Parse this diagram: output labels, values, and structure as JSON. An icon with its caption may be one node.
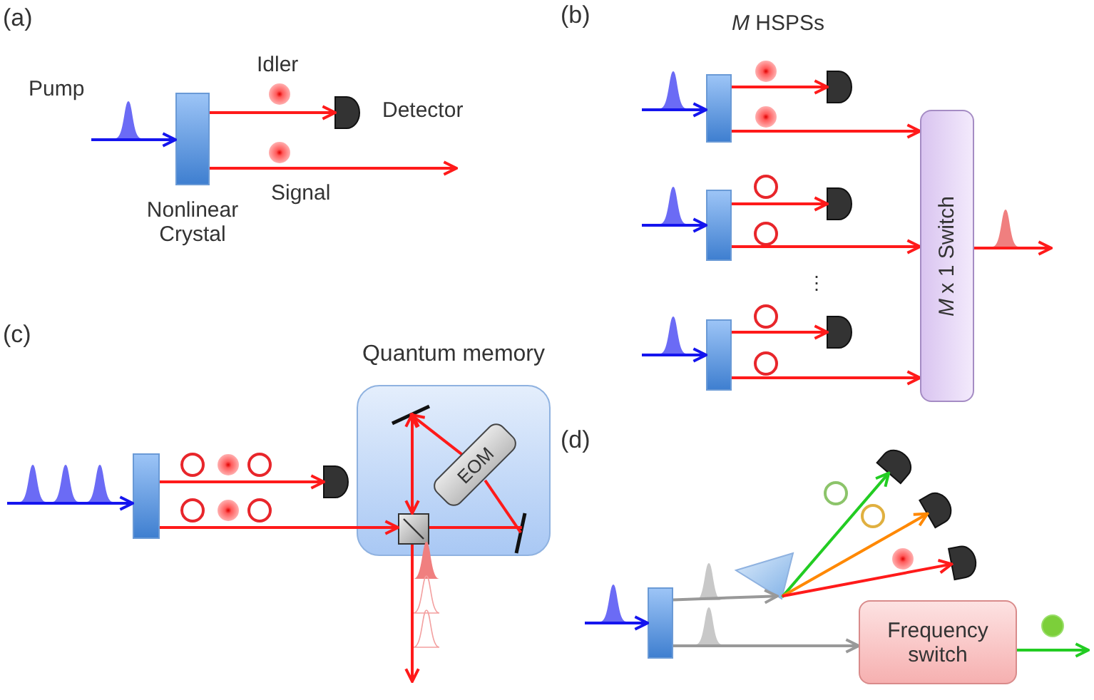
{
  "diagram": {
    "nodes": [
      {
        "text": [],
        "shape": "box"
      },
      {
        "text": [],
        "shape": "detector"
      },
      {
        "text": [],
        "shape": "box"
      },
      {
        "text": [],
        "shape": "box"
      },
      {
        "text": [],
        "shape": "box"
      },
      {
        "text": [],
        "shape": "detector"
      },
      {
        "text": [],
        "shape": "detector"
      },
      {
        "text": [],
        "shape": "detector"
      },
      {
        "text": [
          "*M* x 1 Switch"
        ]
      },
      {
        "text": [],
        "shape": "box"
      },
      {
        "text": [],
        "shape": "detector"
      },
      {
        "text": [
          "Quantum memory"
        ]
      },
      {
        "text": [],
        "shape": "box",
        "in": 11
      },
      {
        "text": [],
        "shape": "bar",
        "in": 11
      },
      {
        "text": [
          "EOM"
        ],
        "in": 11
      },
      {
        "text": [],
        "shape": "bar",
        "in": 11
      },
      {
        "text": [],
        "shape": "box"
      },
      {
        "text": [],
        "shape": "triangle"
      },
      {
        "text": [],
        "shape": "detector"
      },
      {
        "text": [],
        "shape": "detector"
      },
      {
        "text": [],
        "shape": "detector"
      },
      {
        "text": [
          "Frequency switch"
        ]
      }
    ],
    "edges": [
      {
        "from": null,
        "to": 0,
        "arrow": "to",
        "color": "#1515ee"
      },
      {
        "from": 0,
        "to": 1,
        "arrow": "to"
      },
      {
        "from": 0,
        "to": null,
        "arrow": "to"
      },
      {
        "from": null,
        "to": 2,
        "arrow": "to",
        "color": "#1515ee"
      },
      {
        "from": null,
        "to": 3,
        "arrow": "to",
        "color": "#1515ee"
      },
      {
        "from": null,
        "to": 4,
        "arrow": "to",
        "color": "#1515ee"
      },
      {
        "from": 2,
        "to": 5,
        "arrow": "to"
      },
      {
        "from": 2,
        "to": 8,
        "arrow": "to"
      },
      {
        "from": 3,
        "to": 6,
        "arrow": "to"
      },
      {
        "from": 3,
        "to": 8,
        "arrow": "to"
      },
      {
        "from": 4,
        "to": 7,
        "arrow": "to"
      },
      {
        "from": 4,
        "to": 8,
        "arrow": "to"
      },
      {
        "from": 8,
        "to": null,
        "arrow": "to"
      },
      {
        "from": null,
        "to": 9,
        "arrow": "to",
        "color": "#1515ee"
      },
      {
        "from": 9,
        "to": 10,
        "arrow": "to"
      },
      {
        "from": 9,
        "to": 12,
        "arrow": "to"
      },
      {
        "from": 12,
        "to": 13,
        "arrow": "both"
      },
      {
        "from": 15,
        "to": 14,
        "arrow": "none"
      },
      {
        "from": 14,
        "to": 13,
        "arrow": "to"
      },
      {
        "from": 12,
        "to": 15,
        "arrow": "none"
      },
      {
        "from": 12,
        "to": null,
        "arrow": "to"
      },
      {
        "from": null,
        "to": 16,
        "arrow": "to",
        "color": "#1515ee"
      },
      {
        "from": 16,
        "to": 17,
        "arrow": "to",
        "color": "#999999"
      },
      {
        "from": 16,
        "to": 21,
        "arrow": "to",
        "color": "#999999"
      },
      {
        "from": 17,
        "to": 18,
        "arrow": "to",
        "color": "#22cc22"
      },
      {
        "from": 17,
        "to": 19,
        "arrow": "to",
        "color": "#ff8800"
      },
      {
        "from": 17,
        "to": 20,
        "arrow": "to"
      },
      {
        "from": 21,
        "to": null,
        "arrow": "to",
        "color": "#22cc22"
      }
    ],
    "labels": [
      "(a)",
      "Pump",
      "Idler",
      "Detector",
      "Signal",
      "Nonlinear Crystal",
      "(b)",
      "*M* HSPSs",
      "⋮",
      "(c)",
      "(d)"
    ]
  }
}
